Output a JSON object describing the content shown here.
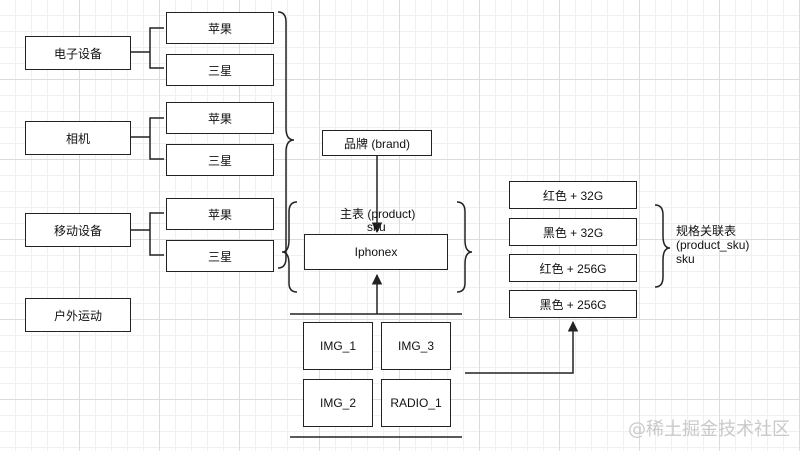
{
  "categories": [
    {
      "label": "电子设备",
      "brands": [
        "苹果",
        "三星"
      ]
    },
    {
      "label": "相机",
      "brands": [
        "苹果",
        "三星"
      ]
    },
    {
      "label": "移动设备",
      "brands": [
        "苹果",
        "三星"
      ]
    },
    {
      "label": "户外运动",
      "brands": []
    }
  ],
  "brand_table": {
    "label": "品牌 (brand)"
  },
  "product_table": {
    "title": "主表 (product)",
    "sub": "sku",
    "item": "Iphonex"
  },
  "media": [
    "IMG_1",
    "IMG_3",
    "IMG_2",
    "RADIO_1"
  ],
  "skus": [
    "红色 + 32G",
    "黑色 + 32G",
    "红色 + 256G",
    "黑色 + 256G"
  ],
  "spec_table": {
    "line1": "规格关联表",
    "line2": "(product_sku)",
    "line3": "sku"
  },
  "watermark": "@稀土掘金技术社区"
}
